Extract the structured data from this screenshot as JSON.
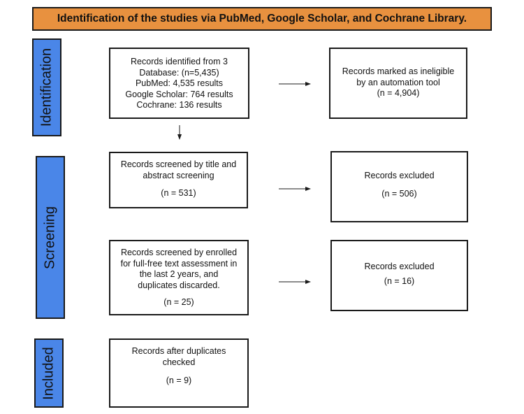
{
  "title": "Identification of the studies via PubMed, Google Scholar, and Cochrane Library.",
  "stages": {
    "identification": "Identification",
    "screening": "Screening",
    "included": "Included"
  },
  "boxes": {
    "identified": {
      "lines": [
        "Records identified from 3",
        "Database: (n=5,435)",
        "PubMed: 4,535 results",
        "Google Scholar:  764 results",
        "Cochrane: 136 results"
      ]
    },
    "ineligible": {
      "lines": [
        "Records marked as ineligible",
        "by an automation tool",
        "(n = 4,904)"
      ]
    },
    "screened": {
      "lines": [
        "Records screened by title and",
        "abstract screening"
      ],
      "count": "(n = 531)"
    },
    "excluded_1": {
      "lines": [
        "Records excluded"
      ],
      "count": "(n = 506)"
    },
    "fulltext": {
      "lines": [
        "Records screened by enrolled",
        "for full-free text assessment in",
        "the last 2 years, and",
        "duplicates discarded."
      ],
      "count": "(n = 25)"
    },
    "excluded_2": {
      "lines": [
        "Records excluded"
      ],
      "count": "(n = 16)"
    },
    "included": {
      "lines": [
        "Records after duplicates",
        "checked"
      ],
      "count": "(n = 9)"
    }
  },
  "colors": {
    "title_bg": "#e8913f",
    "stage_bg": "#4a86e8",
    "border": "#1a1a1a"
  }
}
